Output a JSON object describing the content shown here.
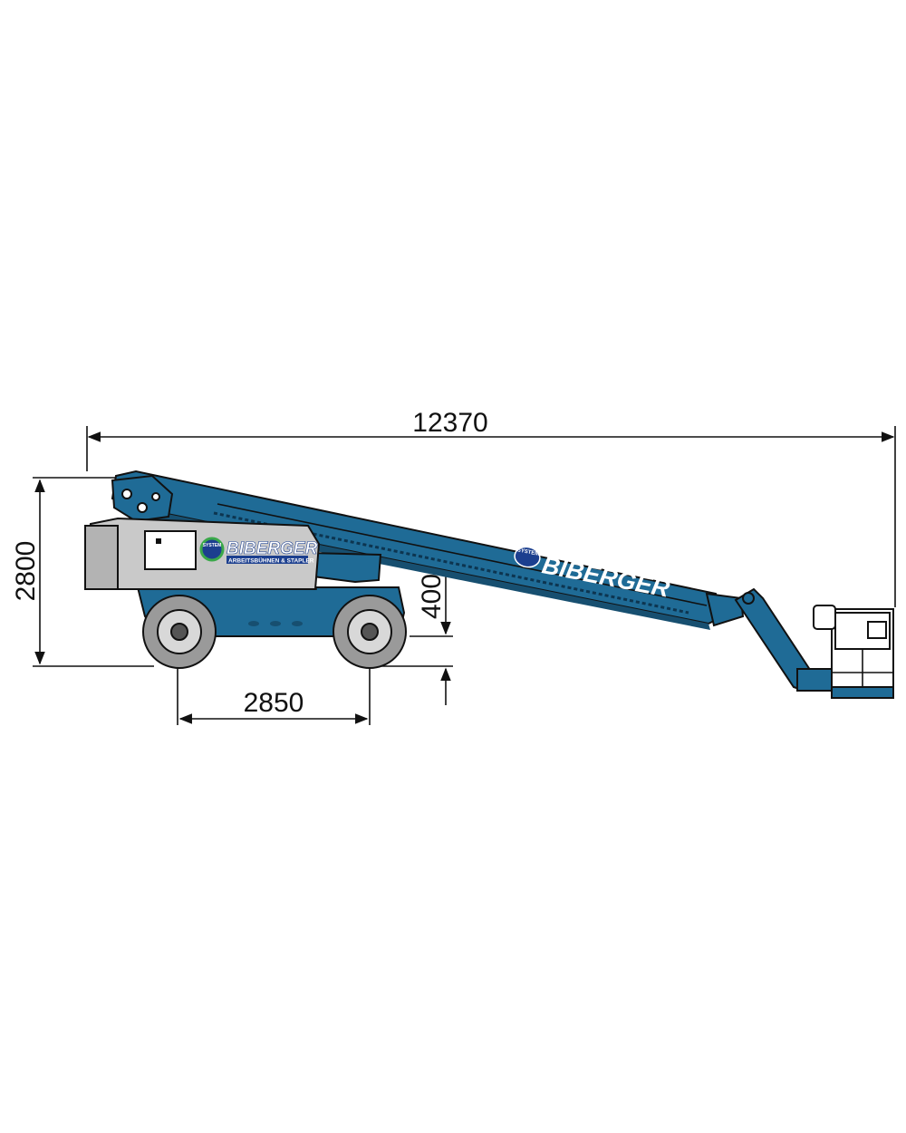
{
  "dimensions": {
    "overall_length": "12370",
    "height": "2800",
    "wheelbase": "2850",
    "ground_clearance": "400"
  },
  "branding": {
    "chassis_logo": "BIBERGER",
    "chassis_tagline": "ARBEITSBÜHNEN & STAPLER",
    "boom_logo": "BIBERGER",
    "badge_text": "SYSTEM"
  },
  "colors": {
    "machine_blue": "#1f6b96",
    "body_grey": "#c9c9c9",
    "tire_grey": "#9a9a9a",
    "logo_blue": "#1c3f8f",
    "logo_green": "#3aa84a"
  }
}
